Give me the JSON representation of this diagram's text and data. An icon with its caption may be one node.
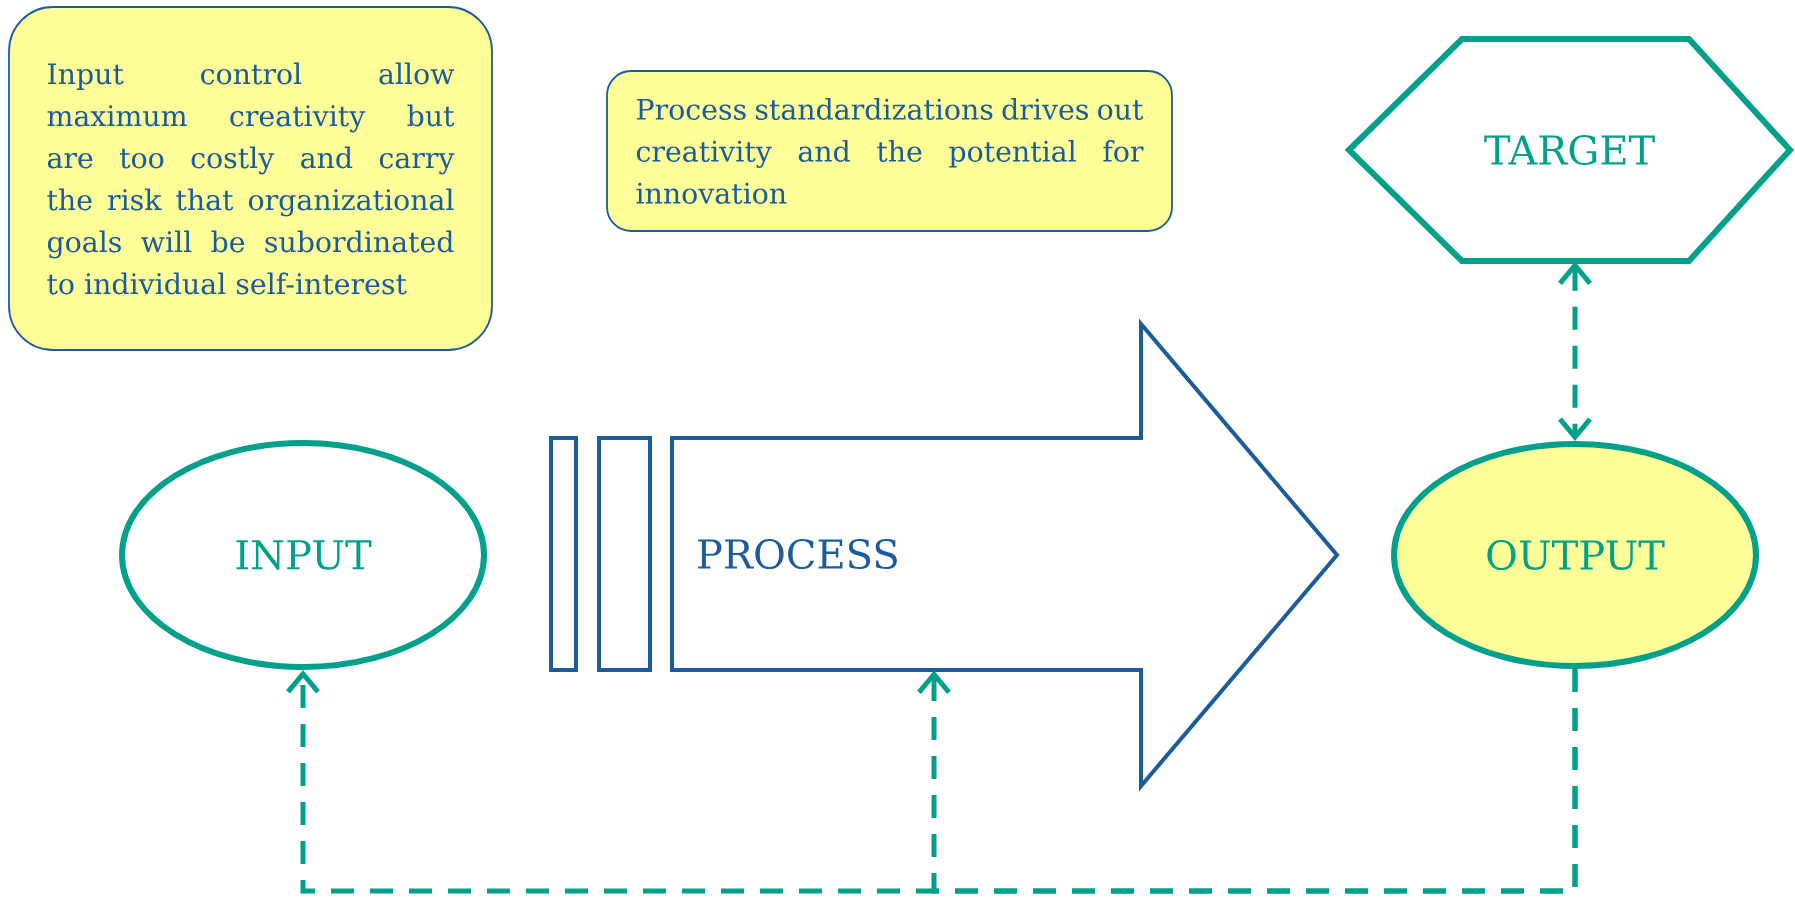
{
  "diagram": {
    "nodes": [
      {
        "text": [
          "Input control allow maximum creativity but are too costly and carry the risk that organizational goals will be subordinated to individual self-interest"
        ]
      },
      {
        "text": [
          "Process standardizations drives out creativity and the potential for innovation"
        ]
      },
      {
        "text": [
          "TARGET"
        ]
      },
      {
        "text": [
          "INPUT"
        ]
      },
      {
        "text": [
          "PROCESS"
        ]
      },
      {
        "text": [
          "OUTPUT"
        ]
      }
    ],
    "edges": [
      {
        "from": 2,
        "to": 5,
        "arrow": "both",
        "style": "dashed"
      },
      {
        "from": 5,
        "to": 3,
        "arrow": "to",
        "style": "dashed"
      },
      {
        "from": 5,
        "to": 4,
        "arrow": "to",
        "style": "dashed"
      }
    ]
  }
}
